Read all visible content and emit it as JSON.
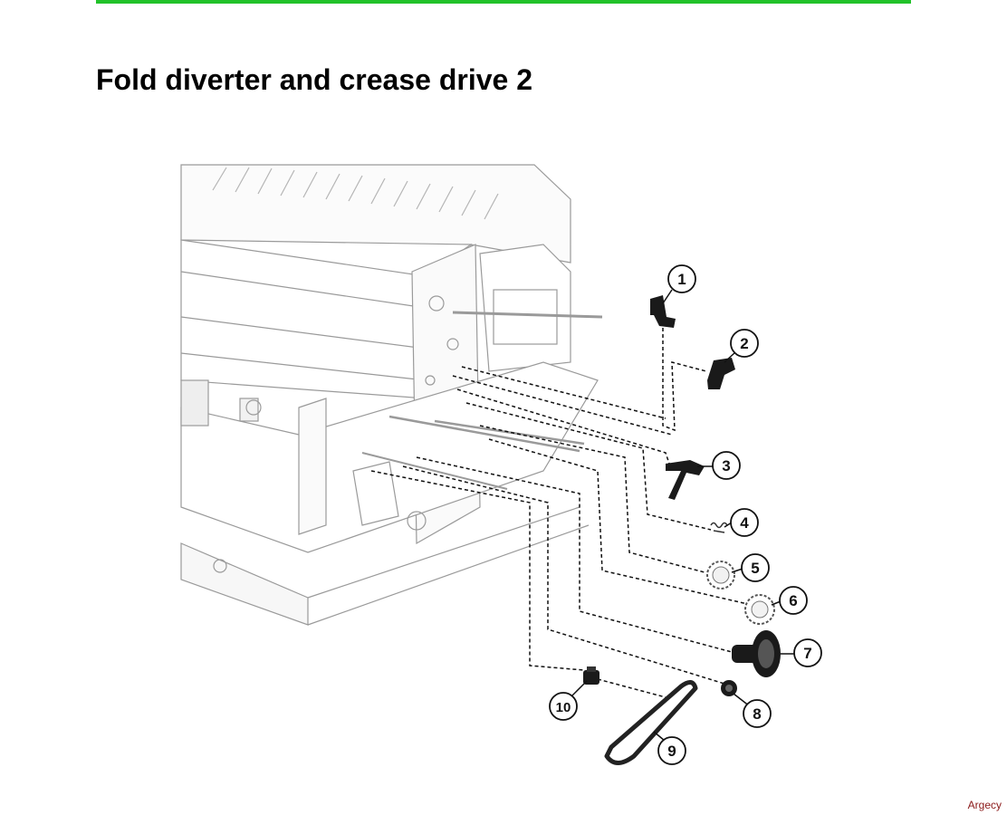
{
  "page": {
    "title": "Fold diverter and crease drive 2",
    "watermark": "Argecy",
    "accent_color": "#22c22a"
  },
  "diagram": {
    "callouts": [
      {
        "number": "1",
        "part": "diverter-lever"
      },
      {
        "number": "2",
        "part": "diverter-clip"
      },
      {
        "number": "3",
        "part": "actuator-arm"
      },
      {
        "number": "4",
        "part": "spring"
      },
      {
        "number": "5",
        "part": "gear"
      },
      {
        "number": "6",
        "part": "gear"
      },
      {
        "number": "7",
        "part": "pulley-gear"
      },
      {
        "number": "8",
        "part": "small-gear"
      },
      {
        "number": "9",
        "part": "belt"
      },
      {
        "number": "10",
        "part": "pulley"
      }
    ]
  }
}
